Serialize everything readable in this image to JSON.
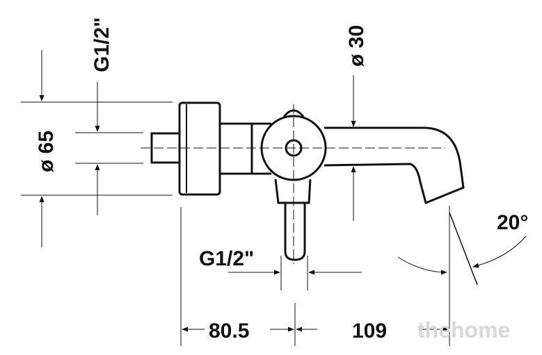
{
  "dimensions": {
    "wall_diameter": "ø 65",
    "inlet_thread_vertical": "G1/2\"",
    "spout_diameter": "ø 30",
    "outlet_thread": "G1/2\"",
    "spout_angle": "20°",
    "wall_to_outlet": "80.5",
    "outlet_to_spout_tip": "109"
  },
  "watermark": "thehome",
  "colors": {
    "line": "#111111",
    "watermark": "#d9d9d9"
  }
}
